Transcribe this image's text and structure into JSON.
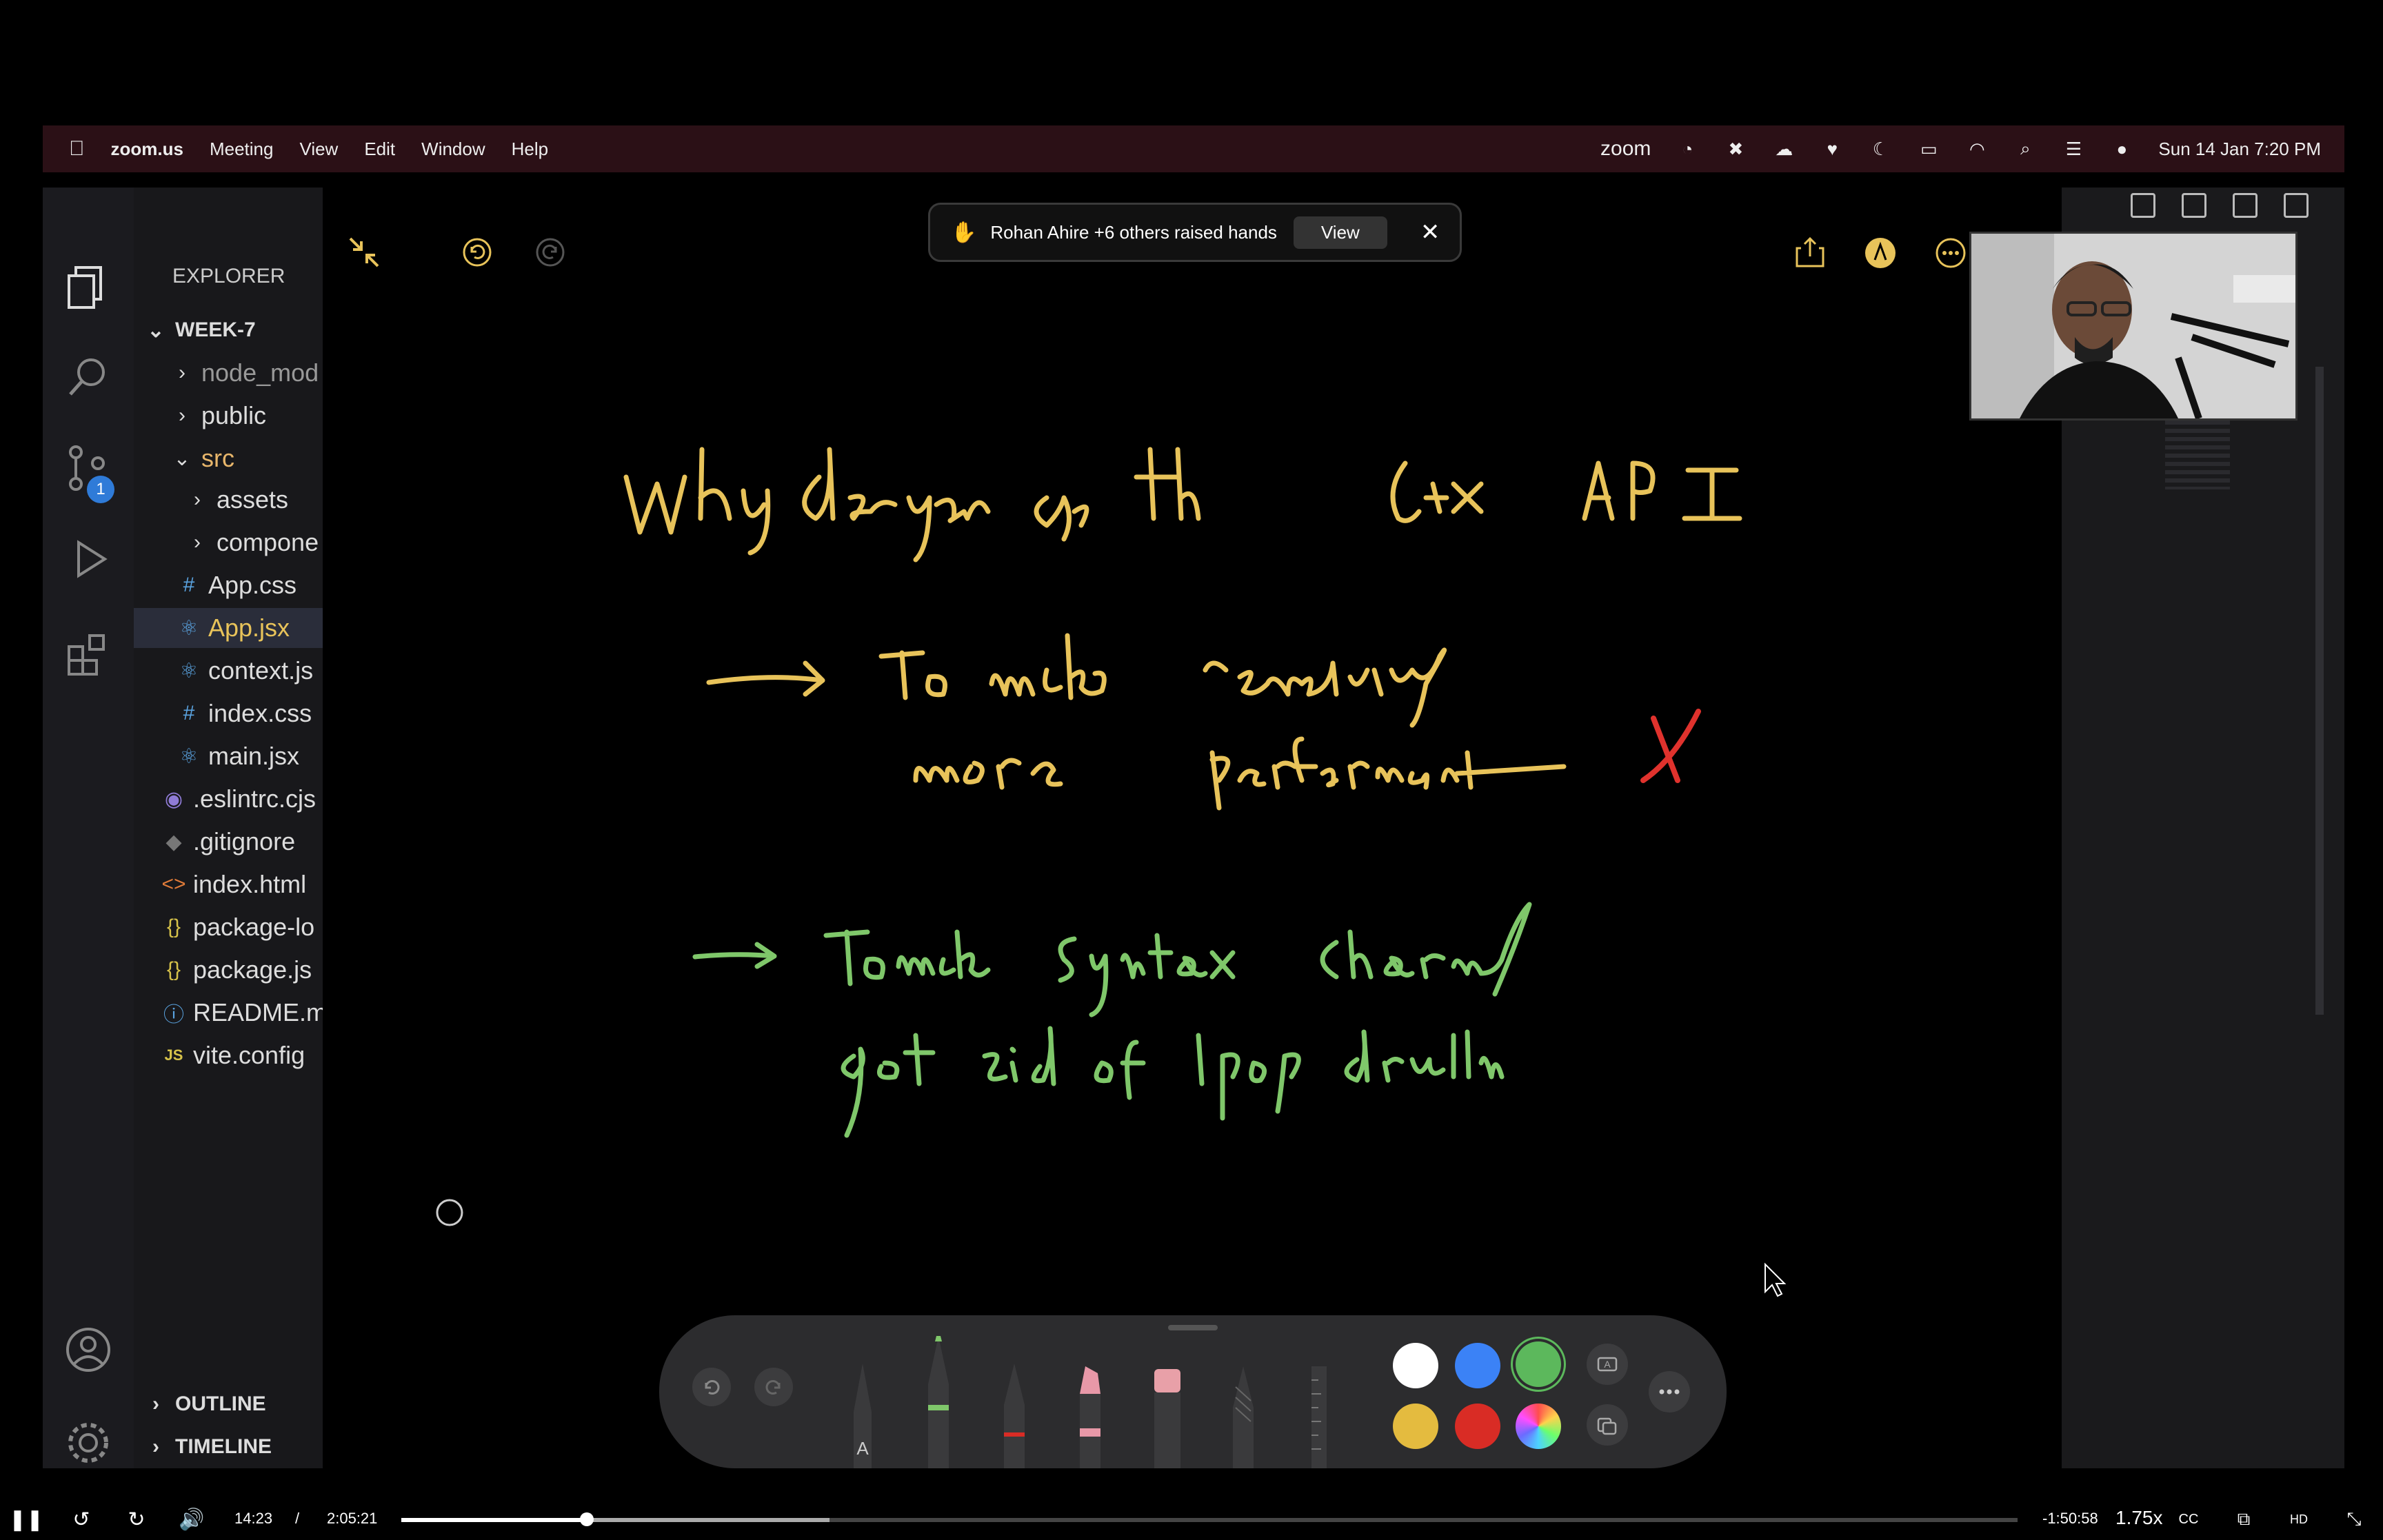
{
  "menubar": {
    "app": "zoom.us",
    "items": [
      "Meeting",
      "View",
      "Edit",
      "Window",
      "Help"
    ],
    "zoom_label": "zoom",
    "datetime": "Sun 14 Jan  7:20 PM"
  },
  "notification": {
    "text": "Rohan Ahire +6 others raised hands",
    "view_label": "View"
  },
  "explorer": {
    "title": "EXPLORER",
    "root": "WEEK-7",
    "items": [
      {
        "label": "node_mod",
        "icon": "chevron-right"
      },
      {
        "label": "public",
        "icon": "chevron-right"
      },
      {
        "label": "src",
        "icon": "chevron-down"
      },
      {
        "label": "assets",
        "icon": "chevron-right"
      },
      {
        "label": "compone",
        "icon": "chevron-right"
      },
      {
        "label": "App.css",
        "icon": "#"
      },
      {
        "label": "App.jsx",
        "icon": "react"
      },
      {
        "label": "context.js",
        "icon": "react"
      },
      {
        "label": "index.css",
        "icon": "#"
      },
      {
        "label": "main.jsx",
        "icon": "react"
      },
      {
        "label": ".eslintrc.cjs",
        "icon": "eslint"
      },
      {
        "label": ".gitignore",
        "icon": "git"
      },
      {
        "label": "index.html",
        "icon": "<>"
      },
      {
        "label": "package-lo",
        "icon": "{}"
      },
      {
        "label": "package.js",
        "icon": "{}"
      },
      {
        "label": "README.m",
        "icon": "info"
      },
      {
        "label": "vite.config",
        "icon": "JS"
      }
    ],
    "outline": "OUTLINE",
    "timeline": "TIMELINE",
    "scm_badge": "1"
  },
  "whiteboard": {
    "line1": "Why do we you use the Ctx API",
    "line2": "→ To make rendering",
    "line3": "more performant",
    "line4": "→ To make syntax cleaner/",
    "line5": "get rid of prop drilling",
    "wrong_mark": "X"
  },
  "colors": {
    "ink_yellow": "#e8c35a",
    "ink_green": "#7fc76a",
    "ink_red": "#e0322d",
    "toolbar_swatches": [
      "#ffffff",
      "#3b82f6",
      "#5cb85c",
      "#e4bb3f",
      "#d92c25",
      "rainbow"
    ]
  },
  "player": {
    "current_time": "14:23",
    "separator": "/",
    "duration": "2:05:21",
    "remaining": "-1:50:58",
    "speed": "1.75x",
    "progress": 0.1147,
    "buffered": 0.265
  }
}
